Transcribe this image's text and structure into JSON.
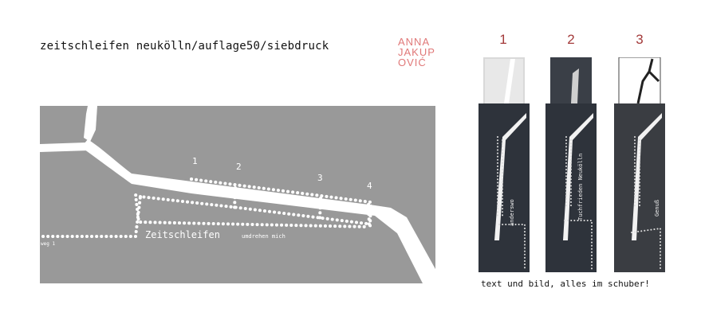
{
  "title": "zeitschleifen neukölln/auflage50/siebdruck",
  "logo": {
    "line1": "ANNA",
    "line2": "JAKUP",
    "line3": "OVIĆ",
    "color": "#e07878"
  },
  "map": {
    "labels": {
      "n1": "1",
      "n2": "2",
      "n3": "3",
      "n4": "4"
    },
    "main_label": "Zeitschleifen",
    "sub_label": "umdrehen mich",
    "weg_label": "weg 1",
    "colors": {
      "background": "#999999",
      "road": "#ffffff"
    }
  },
  "products": {
    "numbers": [
      "1",
      "2",
      "3"
    ],
    "number_color": "#a33a3a",
    "text2": "anderswo",
    "text3": "Tuchfrieden Neukölln",
    "text4": "Genuß"
  },
  "caption": "text und bild, alles im schuber!"
}
